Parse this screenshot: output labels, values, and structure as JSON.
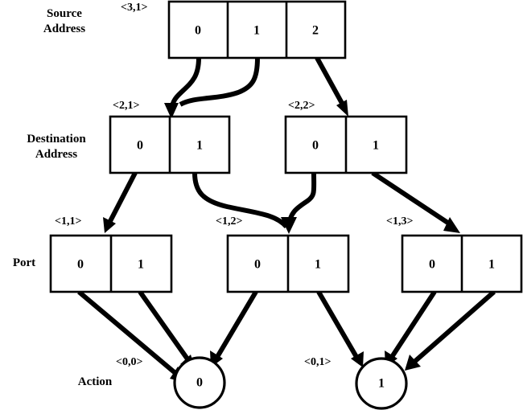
{
  "diagram": {
    "title": "Routing decision tree diagram",
    "background_color": "#ffffff",
    "line_color": "#000000",
    "rows": [
      {
        "name": "source-address",
        "label": "Source\nAddress"
      },
      {
        "name": "destination-address",
        "label": "Destination\nAddress"
      },
      {
        "name": "port",
        "label": "Port"
      },
      {
        "name": "action",
        "label": "Action"
      }
    ],
    "nodes": [
      {
        "id": "source-1",
        "tag": "<3,1>",
        "row": "source-address",
        "type": "box",
        "cells": [
          "0",
          "1",
          "2"
        ]
      },
      {
        "id": "dest-1",
        "tag": "<2,1>",
        "row": "destination-address",
        "type": "box",
        "cells": [
          "0",
          "1"
        ]
      },
      {
        "id": "dest-2",
        "tag": "<2,2>",
        "row": "destination-address",
        "type": "box",
        "cells": [
          "0",
          "1"
        ]
      },
      {
        "id": "port-1",
        "tag": "<1,1>",
        "row": "port",
        "type": "box",
        "cells": [
          "0",
          "1"
        ]
      },
      {
        "id": "port-2",
        "tag": "<1,2>",
        "row": "port",
        "type": "box",
        "cells": [
          "0",
          "1"
        ]
      },
      {
        "id": "port-3",
        "tag": "<1,3>",
        "row": "port",
        "type": "box",
        "cells": [
          "0",
          "1"
        ]
      },
      {
        "id": "action-0",
        "tag": "<0,0>",
        "row": "action",
        "type": "circle",
        "cells": [
          "0"
        ]
      },
      {
        "id": "action-1",
        "tag": "<0,1>",
        "row": "action",
        "type": "circle",
        "cells": [
          "1"
        ]
      }
    ],
    "edges": [
      {
        "from": "source-1.cell0",
        "to": "dest-1",
        "style": "curved"
      },
      {
        "from": "source-1.cell1",
        "to": "dest-1",
        "style": "curved"
      },
      {
        "from": "source-1.cell2",
        "to": "dest-2",
        "style": "straight"
      },
      {
        "from": "dest-1.cell0",
        "to": "port-1",
        "style": "straight"
      },
      {
        "from": "dest-1.cell1",
        "to": "port-2",
        "style": "curved"
      },
      {
        "from": "dest-2.cell0",
        "to": "port-2",
        "style": "curved"
      },
      {
        "from": "dest-2.cell1",
        "to": "port-3",
        "style": "straight"
      },
      {
        "from": "port-1.cell0",
        "to": "action-0",
        "style": "straight"
      },
      {
        "from": "port-1.cell1",
        "to": "action-0",
        "style": "straight"
      },
      {
        "from": "port-2.cell0",
        "to": "action-0",
        "style": "straight"
      },
      {
        "from": "port-2.cell1",
        "to": "action-1",
        "style": "straight"
      },
      {
        "from": "port-3.cell0",
        "to": "action-1",
        "style": "straight"
      },
      {
        "from": "port-3.cell1",
        "to": "action-1",
        "style": "straight"
      }
    ]
  }
}
